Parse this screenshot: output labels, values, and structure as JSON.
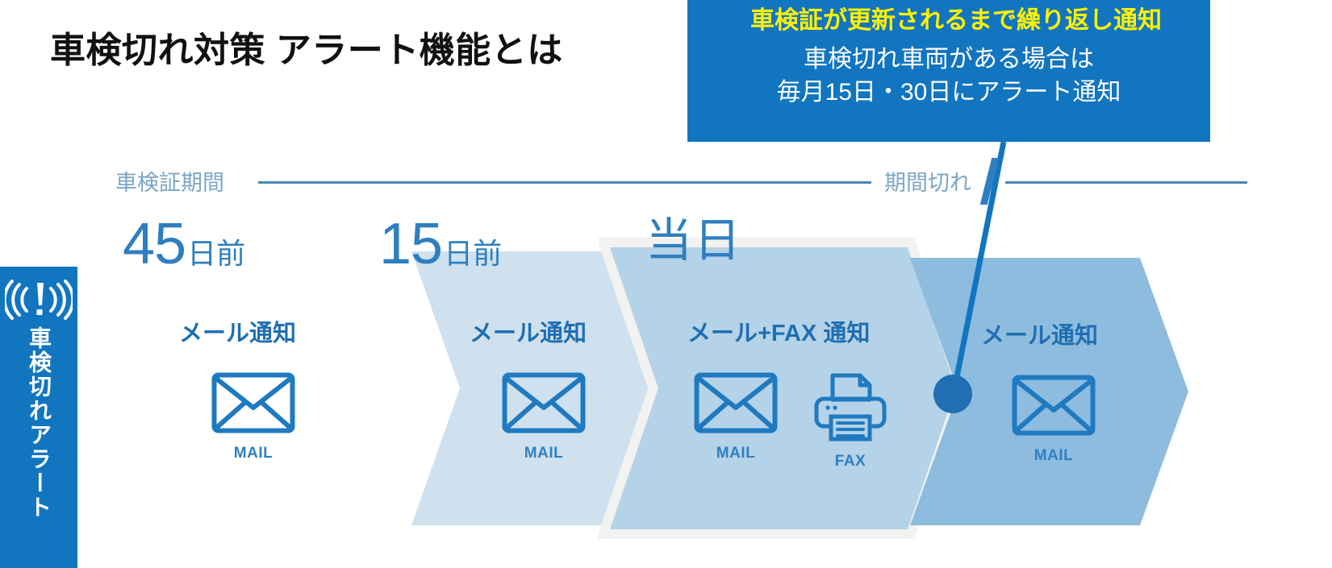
{
  "page": {
    "title": "車検切れ対策 アラート機能とは"
  },
  "callout": {
    "headline": "車検証が更新されるまで繰り返し通知",
    "body_line1": "車検切れ車両がある場合は",
    "body_line2": "毎月15日・30日にアラート通知",
    "bg_color": "#1275bf",
    "headline_color": "#fff200",
    "body_color": "#ffffff"
  },
  "timeline": {
    "left_label": "車検証期間",
    "right_label": "期間切れ",
    "line_color": "#4a87b5",
    "label_color": "#7ca6c6"
  },
  "alert_bar": {
    "icon": "alert-wave-icon",
    "text": "車検切れアラート",
    "bg_color": "#1275bf",
    "text_color": "#ffffff"
  },
  "stages": [
    {
      "day_number": "45",
      "day_suffix": "日前",
      "notify_title": "メール通知",
      "fill": "#ffffff",
      "icons": [
        {
          "name": "mail-icon",
          "caption": "MAIL"
        }
      ]
    },
    {
      "day_number": "15",
      "day_suffix": "日前",
      "notify_title": "メール通知",
      "fill": "#cfe1ee",
      "icons": [
        {
          "name": "mail-icon",
          "caption": "MAIL"
        }
      ]
    },
    {
      "day_number": "当日",
      "day_suffix": "",
      "notify_title": "メール+FAX 通知",
      "fill": "#b4d2e8",
      "icons": [
        {
          "name": "mail-icon",
          "caption": "MAIL"
        },
        {
          "name": "fax-printer-icon",
          "caption": "FAX"
        }
      ]
    },
    {
      "day_number": "",
      "day_suffix": "",
      "notify_title": "メール通知",
      "fill": "#8dbcdf",
      "icons": [
        {
          "name": "mail-icon",
          "caption": "MAIL"
        }
      ]
    }
  ],
  "connector": {
    "name": "callout-leader-line",
    "color": "#1275bf",
    "dot_color": "#1f6fb2"
  }
}
